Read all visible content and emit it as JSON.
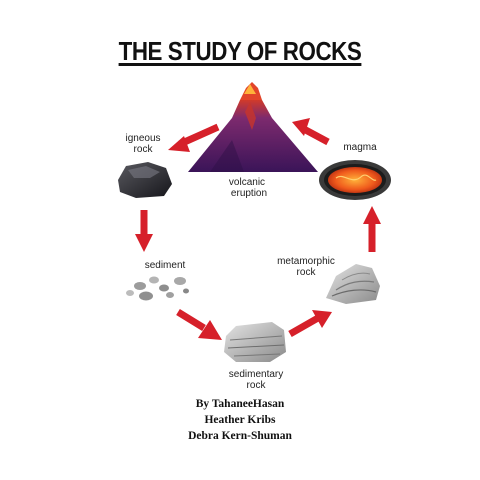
{
  "title": "THE STUDY OF ROCKS",
  "cycle": {
    "volcano": "volcanic eruption",
    "igneous": "igneous rock",
    "sediment": "sediment",
    "sedimentary": "sedimentary rock",
    "metamorphic": "metamorphic rock",
    "magma": "magma"
  },
  "labels": {
    "volcanic_line1": "volcanic",
    "volcanic_line2": "eruption",
    "igneous_line1": "igneous",
    "igneous_line2": "rock",
    "sediment": "sediment",
    "sedimentary_line1": "sedimentary",
    "sedimentary_line2": "rock",
    "metamorphic_line1": "metamorphic",
    "metamorphic_line2": "rock",
    "magma": "magma"
  },
  "authors": [
    "By TahaneeHasan",
    "Heather Kribs",
    "Debra Kern-Shuman"
  ],
  "colors": {
    "arrow": "#d6202a",
    "lava": "#e8541a",
    "volcano": "#5b1f6e"
  }
}
